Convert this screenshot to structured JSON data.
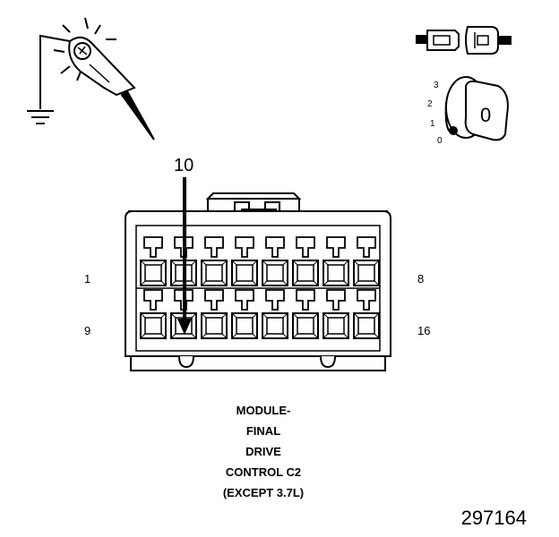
{
  "connector": {
    "callout_pin": "10",
    "row_top_left": "1",
    "row_top_right": "8",
    "row_bottom_left": "9",
    "row_bottom_right": "16"
  },
  "caption": {
    "line1": "MODULE-",
    "line2": "FINAL",
    "line3": "DRIVE",
    "line4": "CONTROL C2",
    "line5": "(EXCEPT 3.7L)"
  },
  "ignition_key": {
    "pos3": "3",
    "pos2": "2",
    "pos1": "1",
    "pos0": "0",
    "key_letter": "0"
  },
  "figure_number": "297164",
  "icons": [
    "test-light-probe-icon",
    "ground-symbol-icon",
    "disconnected-connector-icon",
    "ignition-key-off-icon"
  ]
}
